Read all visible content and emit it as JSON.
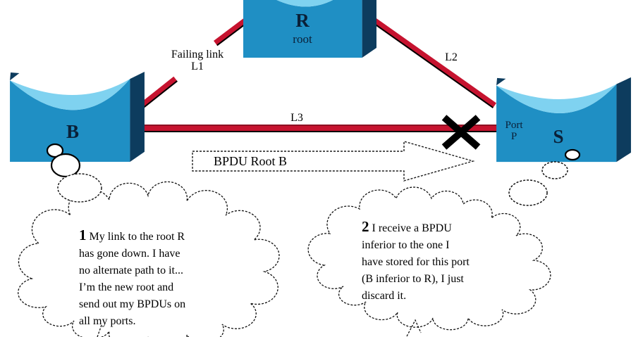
{
  "diagram": {
    "title_implicit": "",
    "switches": {
      "R": {
        "label": "R",
        "sublabel": "root"
      },
      "B": {
        "label": "B"
      },
      "S": {
        "label": "S",
        "port_line1": "Port",
        "port_line2": "P"
      }
    },
    "links": {
      "L1": {
        "label_line1": "Failing link",
        "label_line2": "L1"
      },
      "L2": {
        "label": "L2"
      },
      "L3": {
        "label": "L3"
      }
    },
    "arrow": {
      "label": "BPDU Root B"
    },
    "bubbles": {
      "left": {
        "number": "1",
        "lines": [
          "My link to the root R",
          "has gone down. I have",
          "no alternate path to it...",
          "I’m the new root and",
          "send out my BPDUs on",
          "all my ports."
        ]
      },
      "right": {
        "number": "2",
        "lines": [
          "I receive a BPDU",
          "inferior to the one I",
          "have stored for this port",
          "(B inferior to R), I just",
          "discard it."
        ]
      }
    },
    "colors": {
      "switch_front": "#1f8fc4",
      "switch_top": "#7fd2f0",
      "switch_side": "#0d3c5e",
      "link_red": "#c6132f",
      "block_x": "#000000",
      "text_dark": "#0a2038"
    }
  }
}
